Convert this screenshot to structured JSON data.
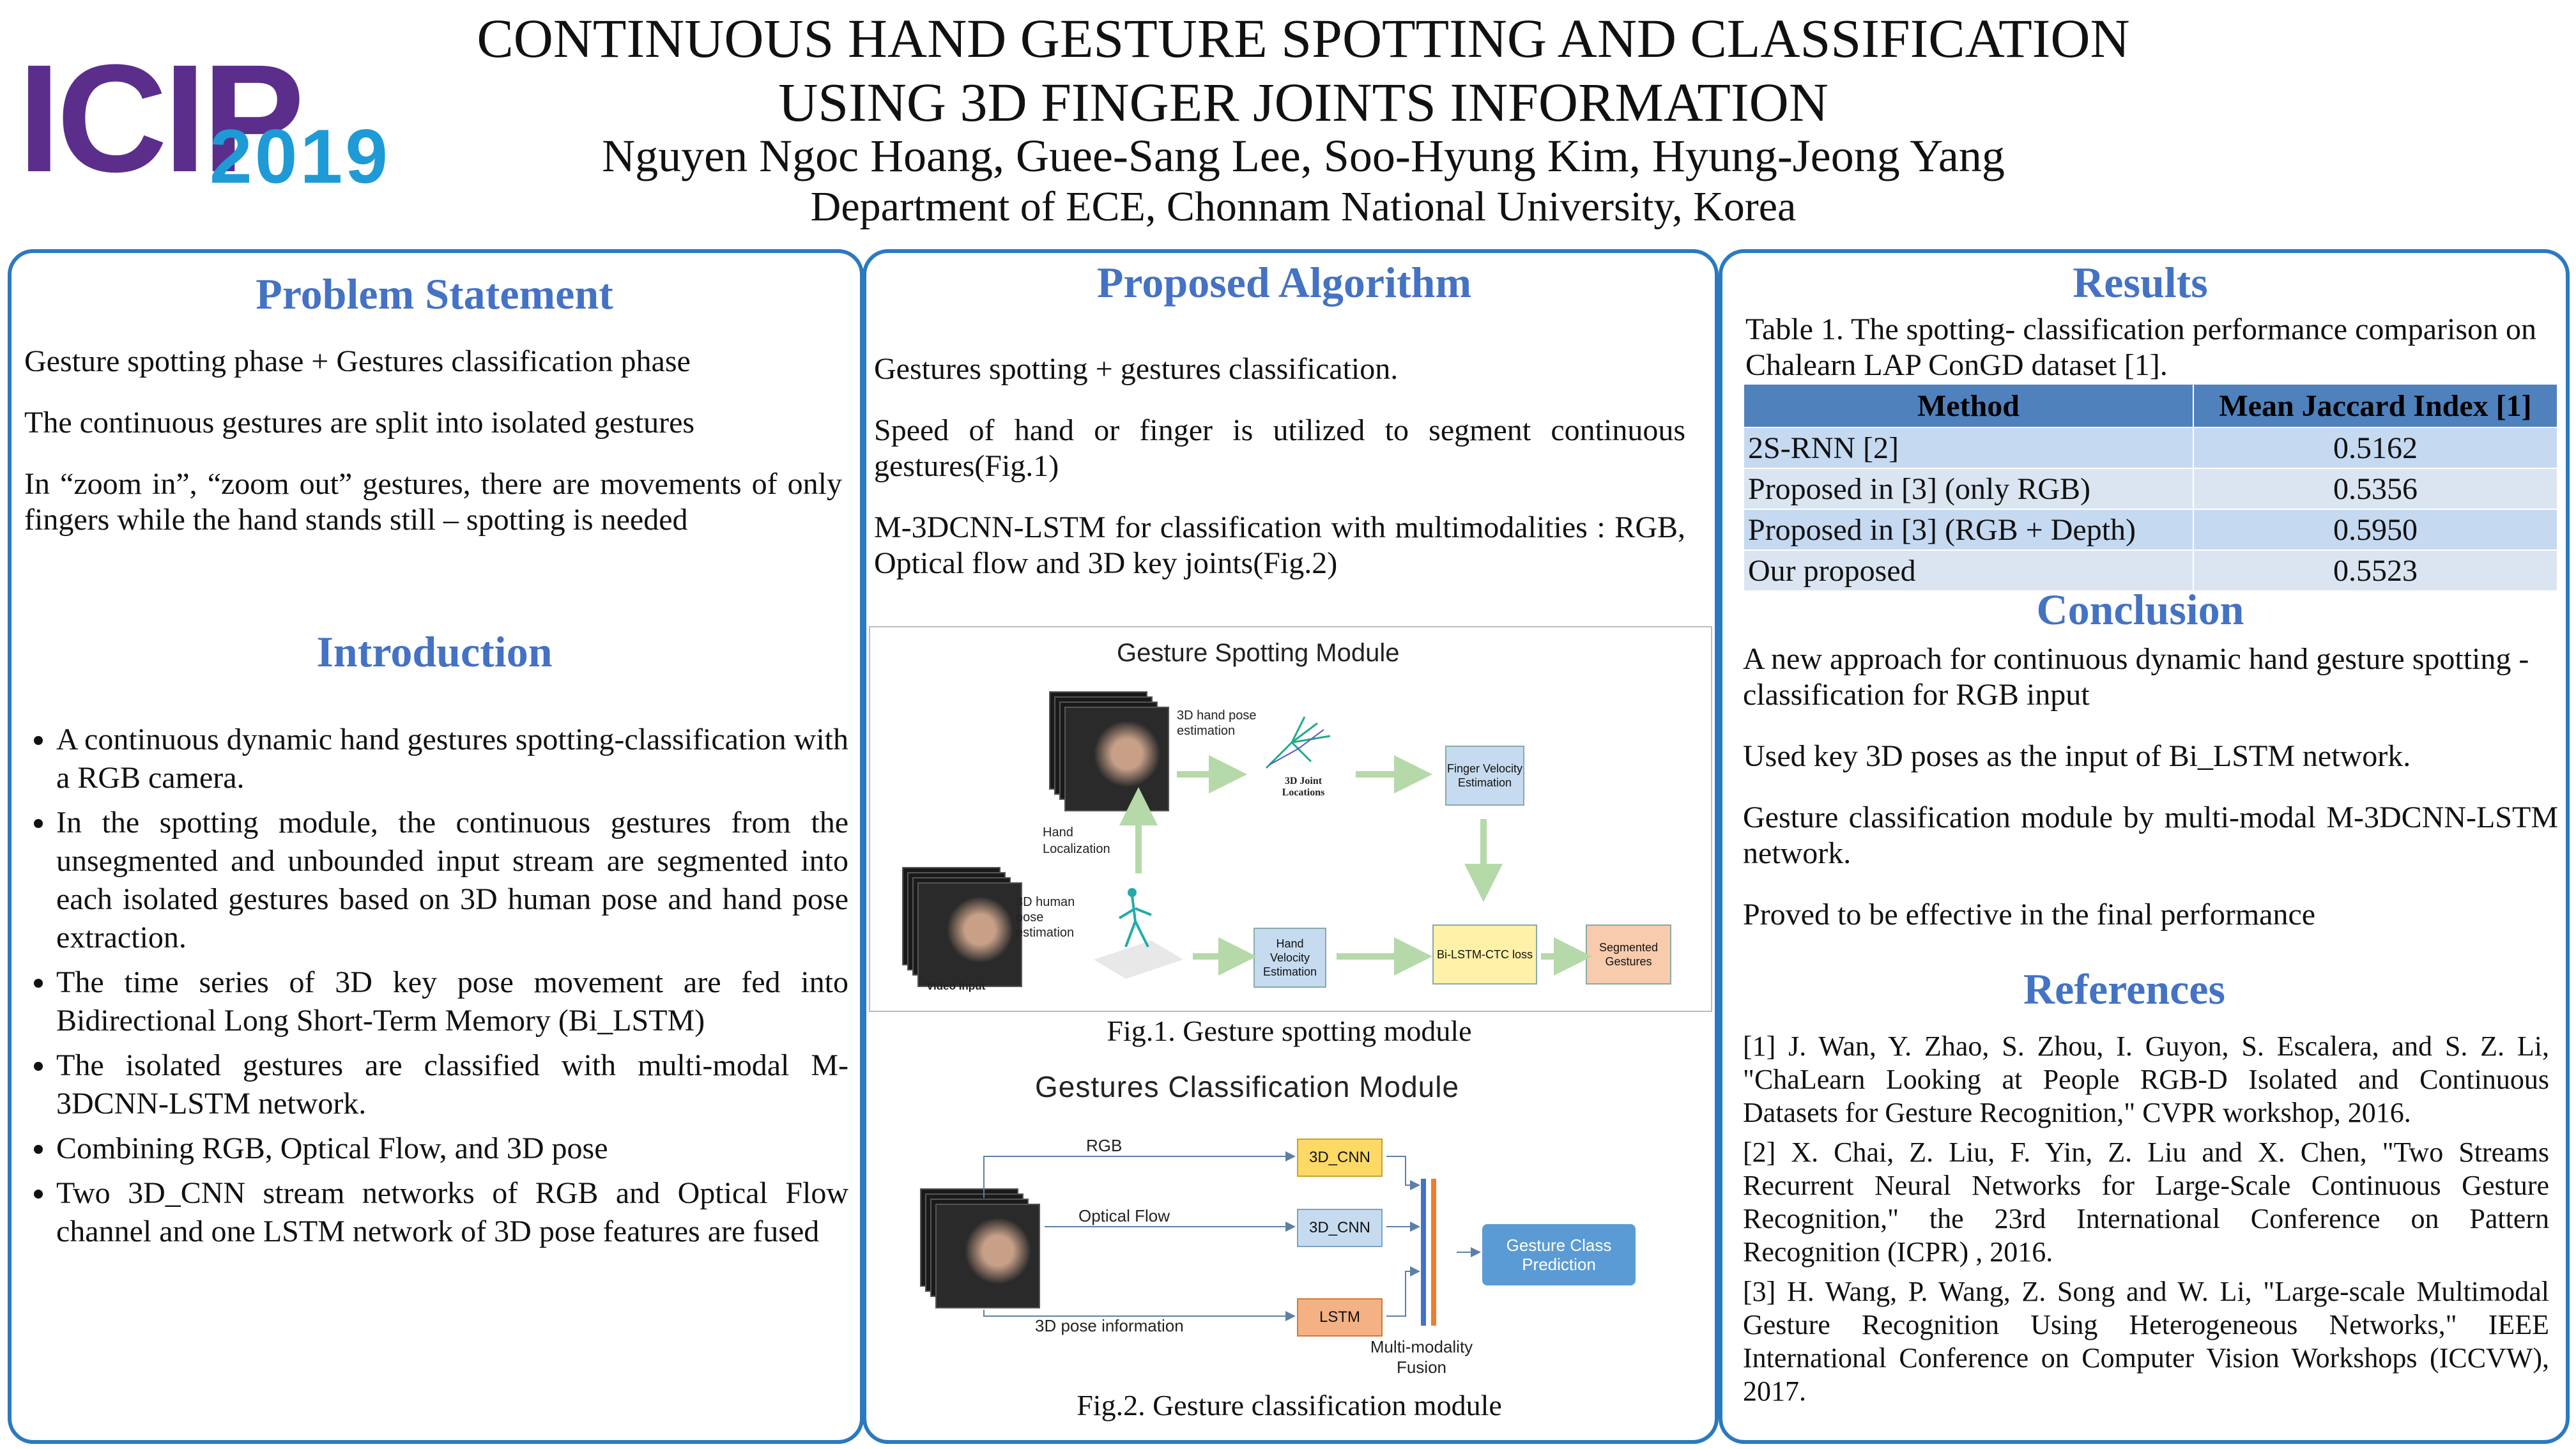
{
  "header": {
    "logo_text": "ICIP",
    "logo_year": "2019",
    "title_line1": "CONTINUOUS HAND GESTURE SPOTTING AND CLASSIFICATION",
    "title_line2": "USING 3D FINGER JOINTS INFORMATION",
    "authors": "Nguyen Ngoc Hoang, Guee-Sang Lee, Soo-Hyung Kim, Hyung-Jeong Yang",
    "affiliation": "Department of ECE, Chonnam National University, Korea"
  },
  "problem": {
    "heading": "Problem Statement",
    "p1": "Gesture spotting phase + Gestures classification phase",
    "p2": "The continuous gestures are split into isolated gestures",
    "p3": "In “zoom in”, “zoom out” gestures, there are movements of only fingers while the hand stands still – spotting is needed"
  },
  "intro": {
    "heading": "Introduction",
    "bullets": [
      "A continuous dynamic hand gestures spotting-classification with a RGB camera.",
      "In the spotting module, the continuous gestures from the unsegmented and unbounded input stream are segmented into each isolated gestures based on 3D human pose and hand pose extraction.",
      "The time series of 3D key pose movement are fed into Bidirectional Long Short-Term Memory (Bi_LSTM)",
      "The isolated gestures are classified with multi-modal M-3DCNN-LSTM network.",
      "Combining RGB, Optical Flow, and 3D pose",
      "Two 3D_CNN stream networks of RGB and Optical Flow channel and one LSTM network of 3D pose features are fused"
    ]
  },
  "algorithm": {
    "heading": "Proposed Algorithm",
    "p1": "Gestures spotting + gestures classification.",
    "p2": "Speed of hand or finger is utilized to  segment continuous gestures(Fig.1)",
    "p3": "M-3DCNN-LSTM for classification with multimodalities : RGB, Optical flow and 3D key joints(Fig.2)"
  },
  "fig1": {
    "title": "Gesture Spotting Module",
    "hand_pose": "3D hand pose estimation",
    "joints": "3D Joint Locations",
    "finger_velocity": "Finger Velocity Estimation",
    "hand_localization": "Hand Localization",
    "human_pose": "3D human pose estimation",
    "video_input": "Video Input",
    "hand_velocity": "Hand Velocity Estimation",
    "bilstm": "Bi-LSTM-CTC loss",
    "segmented": "Segmented Gestures",
    "caption": "Fig.1. Gesture spotting module"
  },
  "fig2": {
    "title": "Gestures Classification Module",
    "rgb": "RGB",
    "optical_flow": "Optical Flow",
    "pose_info": "3D pose information",
    "cnn1": "3D_CNN",
    "cnn2": "3D_CNN",
    "lstm": "LSTM",
    "fusion": "Multi-modality Fusion",
    "prediction": "Gesture Class Prediction",
    "caption": "Fig.2. Gesture classification module"
  },
  "results": {
    "heading": "Results",
    "caption": "Table 1. The spotting- classification performance comparison on Chalearn LAP ConGD dataset [1].",
    "columns": [
      "Method",
      "Mean Jaccard Index [1]"
    ],
    "rows": [
      {
        "method": "2S-RNN [2]",
        "value": "0.5162"
      },
      {
        "method": "Proposed in [3] (only RGB)",
        "value": "0.5356"
      },
      {
        "method": "Proposed in [3] (RGB + Depth)",
        "value": "0.5950"
      },
      {
        "method": "Our proposed",
        "value": "0.5523"
      }
    ]
  },
  "conclusion": {
    "heading": "Conclusion",
    "p1": "A new approach for continuous dynamic hand gesture spotting - classification for RGB input",
    "p2": "Used key 3D poses as the input of Bi_LSTM network.",
    "p3": "Gesture classification module by multi-modal M-3DCNN-LSTM network.",
    "p4": "Proved to be effective in the final performance"
  },
  "references": {
    "heading": "References",
    "items": [
      "[1] J. Wan, Y. Zhao, S. Zhou, I. Guyon, S. Escalera, and S. Z. Li, \"ChaLearn Looking at People RGB-D Isolated and Continuous Datasets for Gesture Recognition,\" CVPR workshop, 2016.",
      "[2] X. Chai, Z. Liu, F. Yin, Z. Liu and X. Chen, \"Two Streams Recurrent Neural Networks for Large-Scale Continuous Gesture Recognition,\" the 23rd International Conference on Pattern Recognition (ICPR) , 2016.",
      "[3] H. Wang, P. Wang, Z. Song and W. Li, \"Large-scale Multimodal Gesture Recognition Using Heterogeneous Networks,\" IEEE International Conference on Computer Vision Workshops (ICCVW), 2017."
    ]
  }
}
